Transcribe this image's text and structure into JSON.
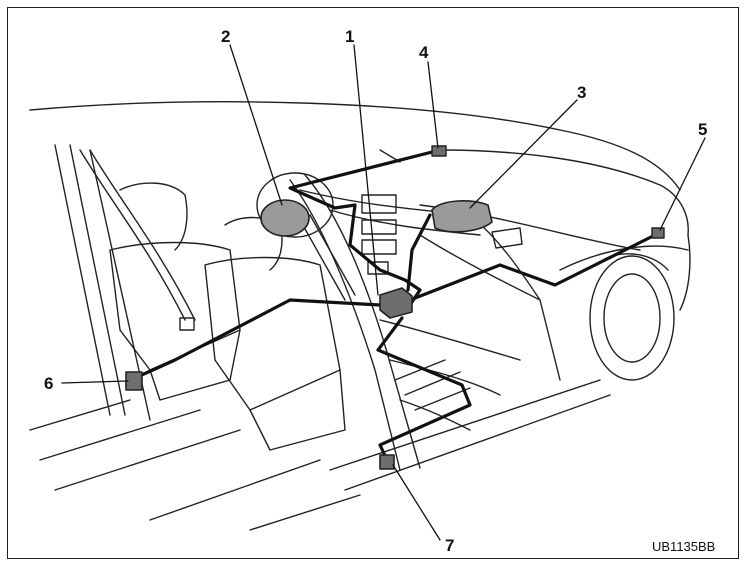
{
  "callouts": {
    "c1": "1",
    "c2": "2",
    "c3": "3",
    "c4": "4",
    "c5": "5",
    "c6": "6",
    "c7": "7"
  },
  "figure_code": "UB1135BB",
  "colors": {
    "line": "#222222",
    "harness": "#111111",
    "airbag_fill": "#9a9a9a",
    "module_fill": "#6e6e6e"
  }
}
